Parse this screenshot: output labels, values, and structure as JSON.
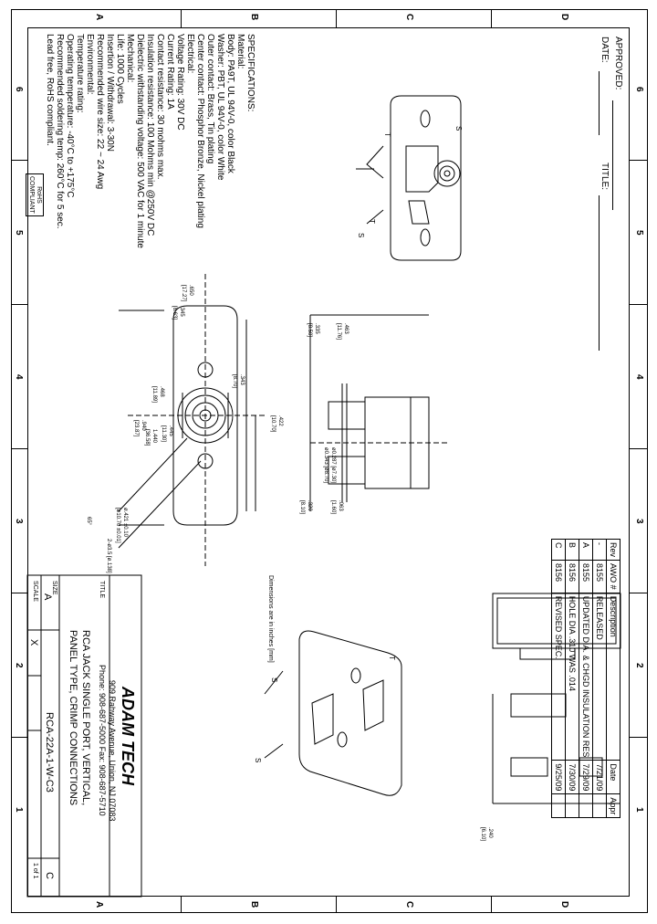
{
  "zones": {
    "top": [
      "6",
      "5",
      "4",
      "3",
      "2",
      "1"
    ],
    "side": [
      "D",
      "C",
      "B",
      "A"
    ]
  },
  "approval": {
    "approved": "APPROVED:",
    "date": "DATE:",
    "title": "TITLE:"
  },
  "specifications": [
    "SPECIFICATIONS:",
    "Material:",
    "Body: PA9T, UL 94V-0, color Black",
    "Washer: PBT, UL 94V-0, color White",
    "Outer contact: Brass, Tin plating",
    "Center contact: Phosphor Bronze, Nickel plating",
    "Electrical:",
    "Voltage Rating: 30V DC",
    "Current Rating: 1A",
    "Contact resistance: 30 mohms max.",
    "Insulation resistance: 100 Mohms min @250V DC",
    "Dielectric withstanding voltage: 500 VAC for 1 minute",
    "Mechanical:",
    "Life: 1000 Cycles",
    "Insertion / Withdrawal: 3-30N",
    "Recommended wire size: 22 ~ 24 Awg",
    "Environmental:",
    "Temperature rating:",
    "Operating temperature: -40°C to +175°C",
    "Recommended soldering temp: 260°C for 5 sec.",
    "Lead free, RoHS compliant."
  ],
  "rohs": [
    "RoHS",
    "COMPLIANT"
  ],
  "callouts": {
    "s": "S",
    "t": "T"
  },
  "dimensions": {
    "top_width": ".650",
    "top_width_mm": "[17.27]",
    "half_width": ".345",
    "half_width_mm": "[8.63]",
    "height_total": ".940",
    "height_total_mm": "[23.87]",
    "vert_a": ".468",
    "vert_a_mm": "[11.89]",
    "vert_b": ".343",
    "vert_b_mm": "[8.70]",
    "vert_c": ".445",
    "vert_c_mm": "[11.30]",
    "vert_d": "1.440",
    "vert_d_mm": "[36.58]",
    "hole_a": "ø.421 ±0.10",
    "hole_a_mm": "[ø10.70 ±0.01]",
    "hole_b": "2-ø3.5 [ø.138]",
    "side_a": ".335",
    "side_a_mm": "[8.50]",
    "side_b": ".463",
    "side_b_mm": "[11.76]",
    "side_c": ".422",
    "side_c_mm": "[10.70]",
    "side_d": ".320",
    "side_d_mm": "[8.10]",
    "side_e": ".063",
    "side_e_mm": "[1.60]",
    "side_f": "ø0.287 [ø7.30]",
    "side_g": "ø0.343 [ø8.70]",
    "angle": "65°",
    "bottom": ".240",
    "bottom_mm": "[6.10]"
  },
  "revisions": {
    "headers": [
      "Rev",
      "AWO #",
      "Description",
      "Date",
      "Appr"
    ],
    "rows": [
      [
        "-",
        "8155",
        "RELEASED",
        "7/21/09",
        ""
      ],
      [
        "A",
        "8155",
        "UPDATED DIA. & CHGD INSULATION RES",
        "7/29/09",
        ""
      ],
      [
        "B",
        "8156",
        "HOLE DIA .310 WAS .014",
        "7/30/09",
        ""
      ],
      [
        "C",
        "8156",
        "REVISED SPEC.",
        "9/25/09",
        ""
      ]
    ]
  },
  "title_block": {
    "company": "ADAM TECH",
    "address": "909 Rahway Avenue, Union, NJ 07083",
    "phone": "Phone: 908-687-5000 Fax: 908-687-5710",
    "title_label": "TITLE",
    "title_line1": "RCA JACK SINGLE PORT, VERTICAL,",
    "title_line2": "PANEL TYPE, CRIMP CONNECTIONS",
    "part_number": "RCA-22A-1-W-C3",
    "rev": "C",
    "size_label": "SIZE",
    "size": "A",
    "scale_label": "SCALE",
    "sheet": "1 of 1",
    "mark": "X"
  },
  "notes": [
    "Dimensions are in inches [mm]"
  ]
}
